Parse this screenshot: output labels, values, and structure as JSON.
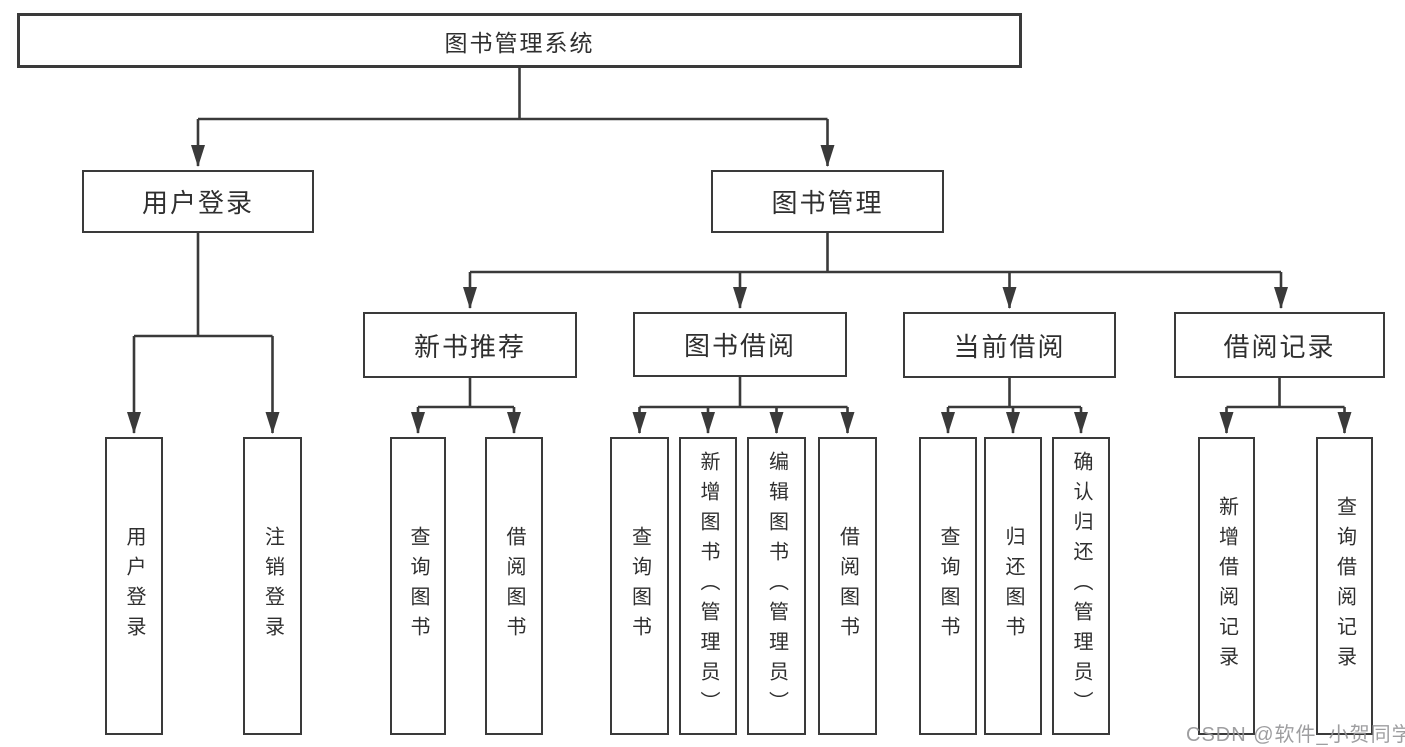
{
  "diagram": {
    "type": "tree",
    "root": {
      "label": "图书管理系统",
      "children": [
        {
          "label": "用户登录",
          "children": [
            {
              "label": "用户登录"
            },
            {
              "label": "注销登录"
            }
          ]
        },
        {
          "label": "图书管理",
          "children": [
            {
              "label": "新书推荐",
              "children": [
                {
                  "label": "查询图书"
                },
                {
                  "label": "借阅图书"
                }
              ]
            },
            {
              "label": "图书借阅",
              "children": [
                {
                  "label": "查询图书"
                },
                {
                  "label": "新增图书（管理员）"
                },
                {
                  "label": "编辑图书（管理员）"
                },
                {
                  "label": "借阅图书"
                }
              ]
            },
            {
              "label": "当前借阅",
              "children": [
                {
                  "label": "查询图书"
                },
                {
                  "label": "归还图书"
                },
                {
                  "label": "确认归还（管理员）"
                }
              ]
            },
            {
              "label": "借阅记录",
              "children": [
                {
                  "label": "新增借阅记录"
                },
                {
                  "label": "查询借阅记录"
                }
              ]
            }
          ]
        }
      ]
    },
    "watermark": "CSDN @软件_小贺同学",
    "colors": {
      "line": "#3a3a3a",
      "box_border": "#3a3a3a",
      "box_fill": "#ffffff",
      "text": "#2f2f2f",
      "watermark": "#949496",
      "background": "#ffffff"
    }
  }
}
